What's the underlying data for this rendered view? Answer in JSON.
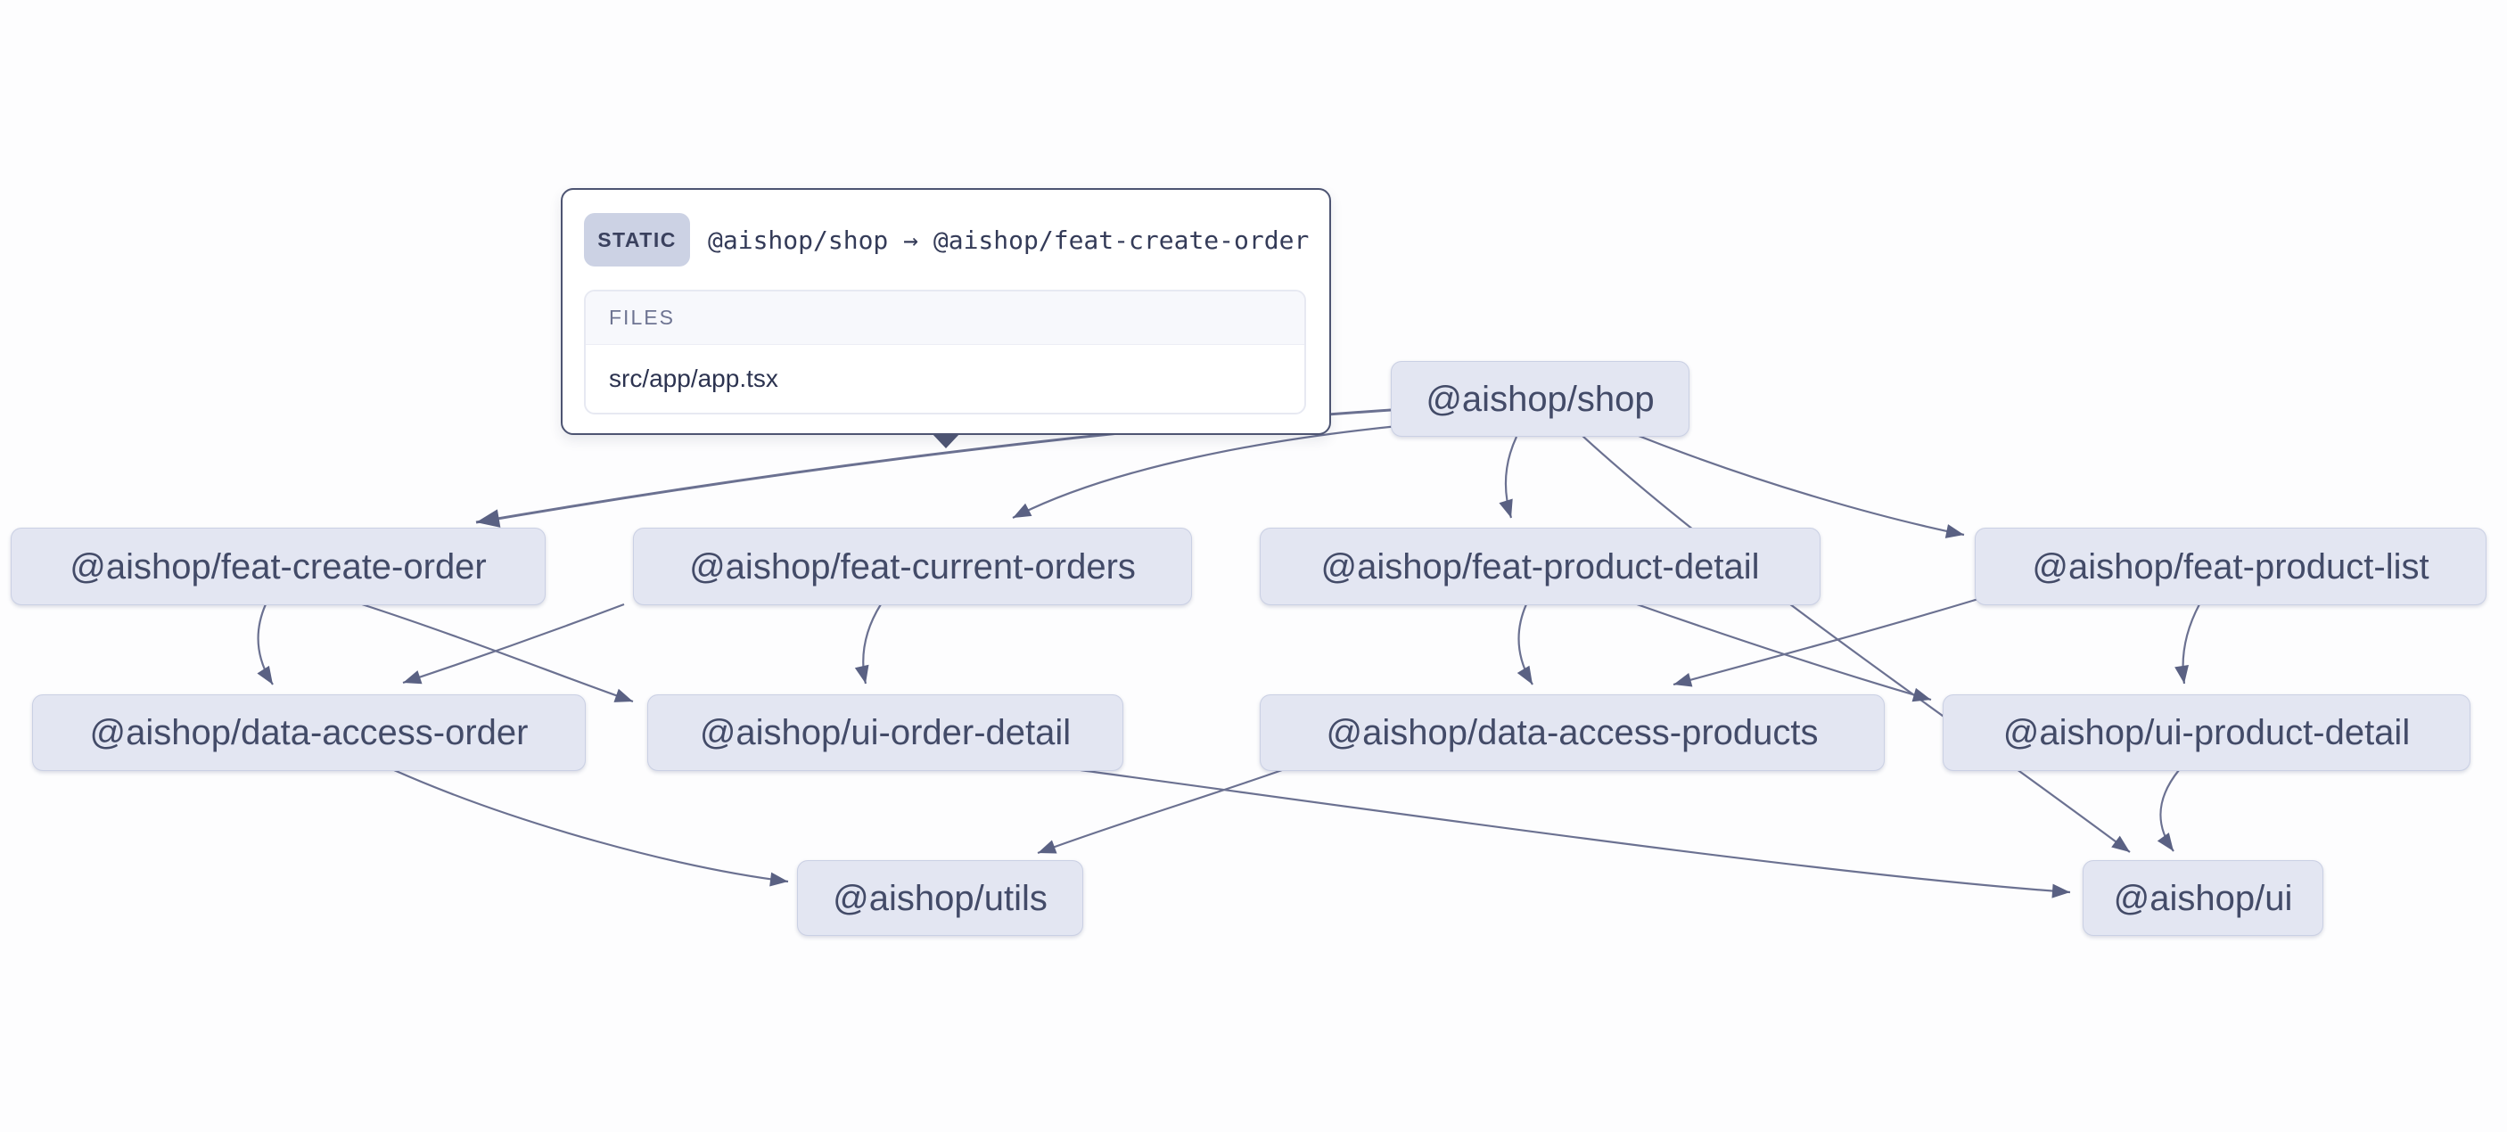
{
  "tooltip": {
    "type_label": "STATIC",
    "edge_label": "@aishop/shop → @aishop/feat-create-order",
    "files_header": "FILES",
    "files": [
      "src/app/app.tsx"
    ]
  },
  "graph": {
    "nodes": [
      {
        "id": "shop",
        "label": "@aishop/shop"
      },
      {
        "id": "feat-create-order",
        "label": "@aishop/feat-create-order"
      },
      {
        "id": "feat-current-orders",
        "label": "@aishop/feat-current-orders"
      },
      {
        "id": "feat-product-detail",
        "label": "@aishop/feat-product-detail"
      },
      {
        "id": "feat-product-list",
        "label": "@aishop/feat-product-list"
      },
      {
        "id": "data-access-order",
        "label": "@aishop/data-access-order"
      },
      {
        "id": "ui-order-detail",
        "label": "@aishop/ui-order-detail"
      },
      {
        "id": "data-access-products",
        "label": "@aishop/data-access-products"
      },
      {
        "id": "ui-product-detail",
        "label": "@aishop/ui-product-detail"
      },
      {
        "id": "utils",
        "label": "@aishop/utils"
      },
      {
        "id": "ui",
        "label": "@aishop/ui"
      }
    ],
    "edges": [
      {
        "source": "shop",
        "target": "feat-create-order",
        "type": "static",
        "hovered": true
      },
      {
        "source": "shop",
        "target": "feat-current-orders",
        "type": "static",
        "hovered": false
      },
      {
        "source": "shop",
        "target": "feat-product-detail",
        "type": "static",
        "hovered": false
      },
      {
        "source": "shop",
        "target": "feat-product-list",
        "type": "static",
        "hovered": false
      },
      {
        "source": "shop",
        "target": "ui",
        "type": "static",
        "hovered": false
      },
      {
        "source": "feat-create-order",
        "target": "data-access-order",
        "type": "static",
        "hovered": false
      },
      {
        "source": "feat-create-order",
        "target": "ui-order-detail",
        "type": "static",
        "hovered": false
      },
      {
        "source": "feat-current-orders",
        "target": "data-access-order",
        "type": "static",
        "hovered": false
      },
      {
        "source": "feat-current-orders",
        "target": "ui-order-detail",
        "type": "static",
        "hovered": false
      },
      {
        "source": "feat-product-detail",
        "target": "data-access-products",
        "type": "static",
        "hovered": false
      },
      {
        "source": "feat-product-detail",
        "target": "ui-product-detail",
        "type": "static",
        "hovered": false
      },
      {
        "source": "feat-product-list",
        "target": "data-access-products",
        "type": "static",
        "hovered": false
      },
      {
        "source": "feat-product-list",
        "target": "ui-product-detail",
        "type": "static",
        "hovered": false
      },
      {
        "source": "data-access-order",
        "target": "utils",
        "type": "static",
        "hovered": false
      },
      {
        "source": "data-access-products",
        "target": "utils",
        "type": "static",
        "hovered": false
      },
      {
        "source": "ui-order-detail",
        "target": "ui",
        "type": "static",
        "hovered": false
      },
      {
        "source": "ui-product-detail",
        "target": "ui",
        "type": "static",
        "hovered": false
      }
    ],
    "colors": {
      "node_bg": "#e3e6f2",
      "node_text": "#434b68",
      "edge": "#6b7191",
      "arrow": "#5a6183",
      "tooltip_border": "#4d5472",
      "badge_bg": "#ccd2e4",
      "badge_text": "#3a415e"
    }
  }
}
